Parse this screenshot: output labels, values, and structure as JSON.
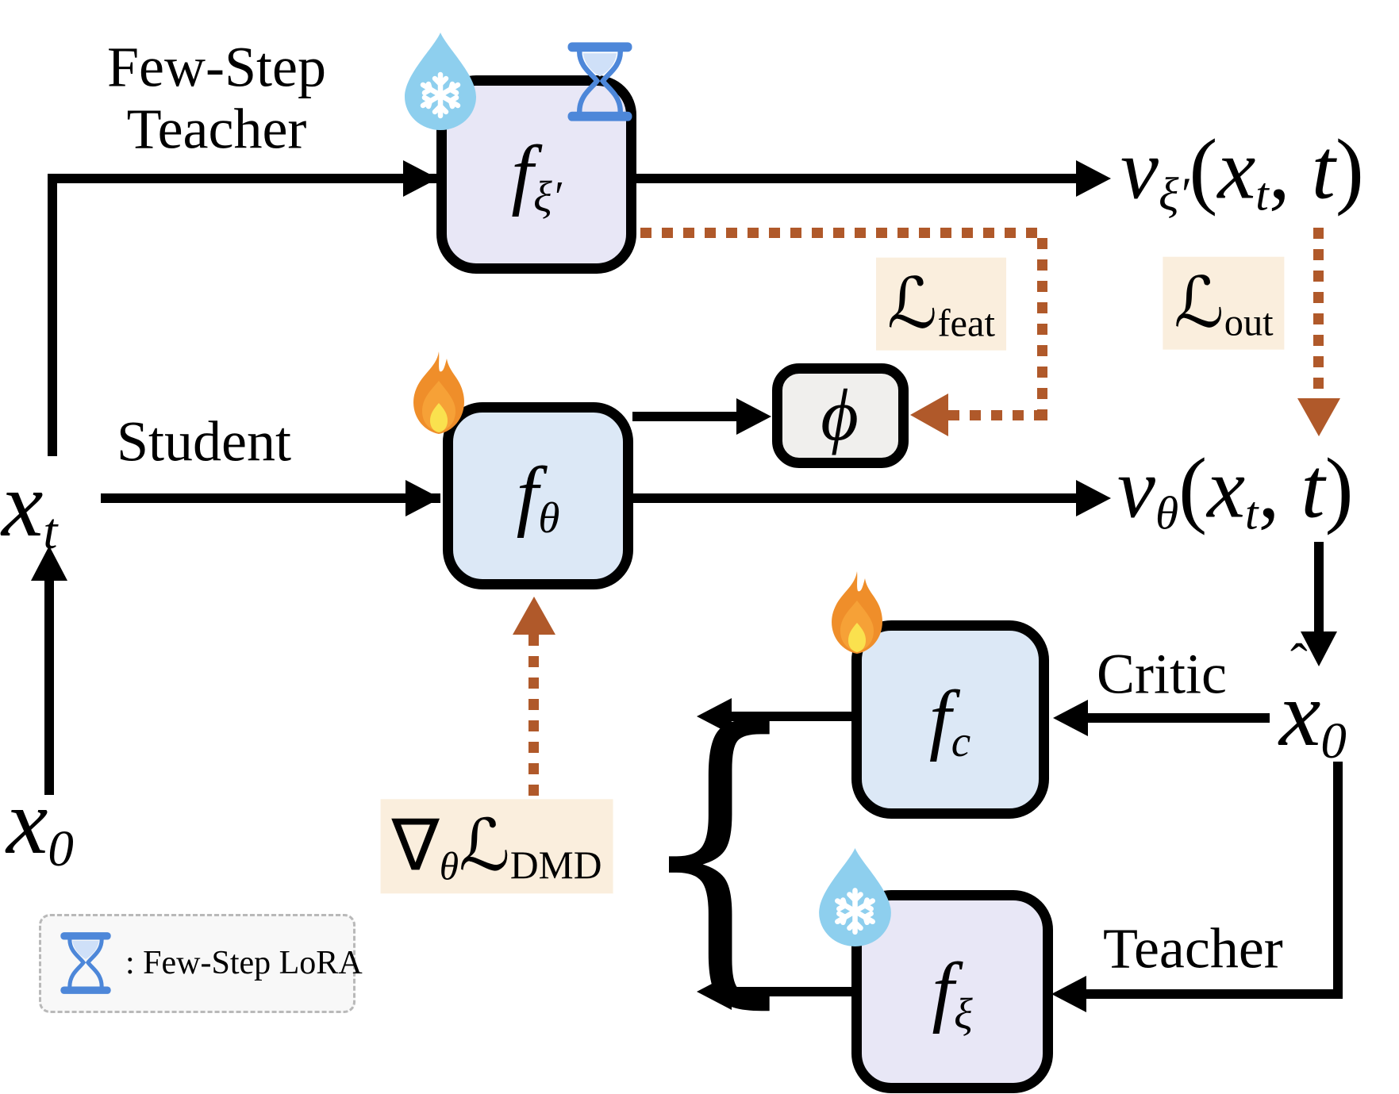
{
  "colors": {
    "line_black": "#000000",
    "loss_arrow_sienna": "#b0592a",
    "loss_label_bg": "#faeedd",
    "box_blue_fill": "#dce8f6",
    "box_lavender_fill": "#e8e7f6",
    "phi_box_fill": "#f0efed",
    "legend_bg": "#f8f8f8",
    "legend_border": "#b9b9b9",
    "freeze_drop_blue": "#8ecfee",
    "hourglass_blue": "#4d87d9",
    "flame_orange": "#ef8e2a"
  },
  "icons": {
    "frozen": "snowflake-droplet-icon",
    "trainable": "flame-icon",
    "few_step_lora": "hourglass-icon"
  },
  "labels": {
    "few_step_teacher": [
      "Few-Step",
      "Teacher"
    ],
    "student": "Student",
    "critic": "Critic",
    "teacher": "Teacher"
  },
  "nodes": {
    "few_step_teacher_model": {
      "base": "f",
      "sub": "ξ′"
    },
    "student_model": {
      "base": "f",
      "sub": "θ"
    },
    "critic_model": {
      "base": "f",
      "sub": "c"
    },
    "teacher_model": {
      "base": "f",
      "sub": "ξ"
    },
    "feature_extractor": {
      "symbol": "ϕ"
    }
  },
  "variables": {
    "x_t": {
      "base": "x",
      "sub": "t"
    },
    "x_0": {
      "base": "x",
      "sub": "0"
    },
    "x_hat_0": {
      "hat": "ˆ",
      "base": "x",
      "sub": "0"
    },
    "v_teacher": {
      "base": "v",
      "sub": "ξ′",
      "lp": "(",
      "arg": "x",
      "arg_sub": "t",
      "comma": ", ",
      "arg2": "t",
      "rp": ")"
    },
    "v_student": {
      "base": "v",
      "sub": "θ",
      "lp": "(",
      "arg": "x",
      "arg_sub": "t",
      "comma": ", ",
      "arg2": "t",
      "rp": ")"
    }
  },
  "losses": {
    "feat": {
      "script_l": "ℒ",
      "sub": "feat"
    },
    "out": {
      "script_l": "ℒ",
      "sub": "out"
    },
    "dmd": {
      "nabla": "∇",
      "nabla_sub": "θ",
      "script_l": "ℒ",
      "sub": "DMD"
    }
  },
  "legend": {
    "text": ": Few-Step LoRA"
  },
  "brace_glyph": "{"
}
